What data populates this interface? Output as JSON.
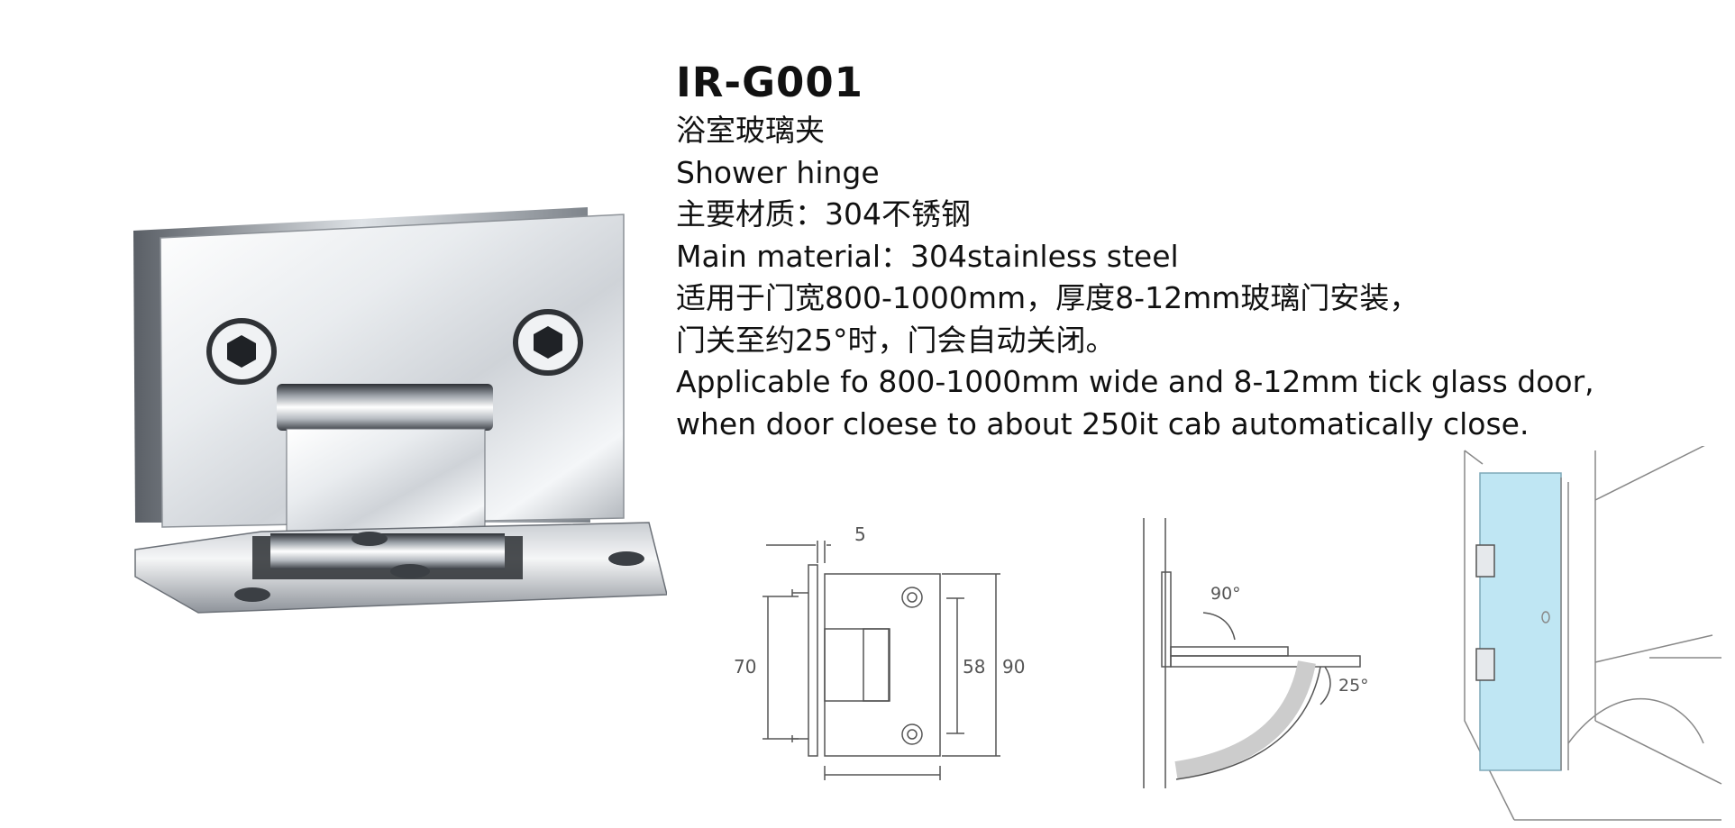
{
  "product": {
    "model": "IR-G001",
    "name_cn": "浴室玻璃夹",
    "name_en": "Shower hinge",
    "material_cn": "主要材质：304不锈钢",
    "material_en": "Main material：304stainless steel",
    "usage_cn_1": "适用于门宽800-1000mm，厚度8-12mm玻璃门安装，",
    "usage_cn_2": "门关至约25°时，门会自动关闭。",
    "usage_en_1": "Applicable fo 800-1000mm wide and 8-12mm tick glass door,",
    "usage_en_2": "when door cloese to about 250it cab automatically close."
  },
  "dimensions": {
    "gap": "5",
    "height_outer": "90",
    "height_inner": "58",
    "plate_height": "70"
  },
  "angles": {
    "open": "90°",
    "auto_close": "25°"
  },
  "colors": {
    "metal_light": "#f4f6f8",
    "metal_dark": "#3a3e44",
    "glass": "#bfe6f3",
    "line": "#555555"
  }
}
